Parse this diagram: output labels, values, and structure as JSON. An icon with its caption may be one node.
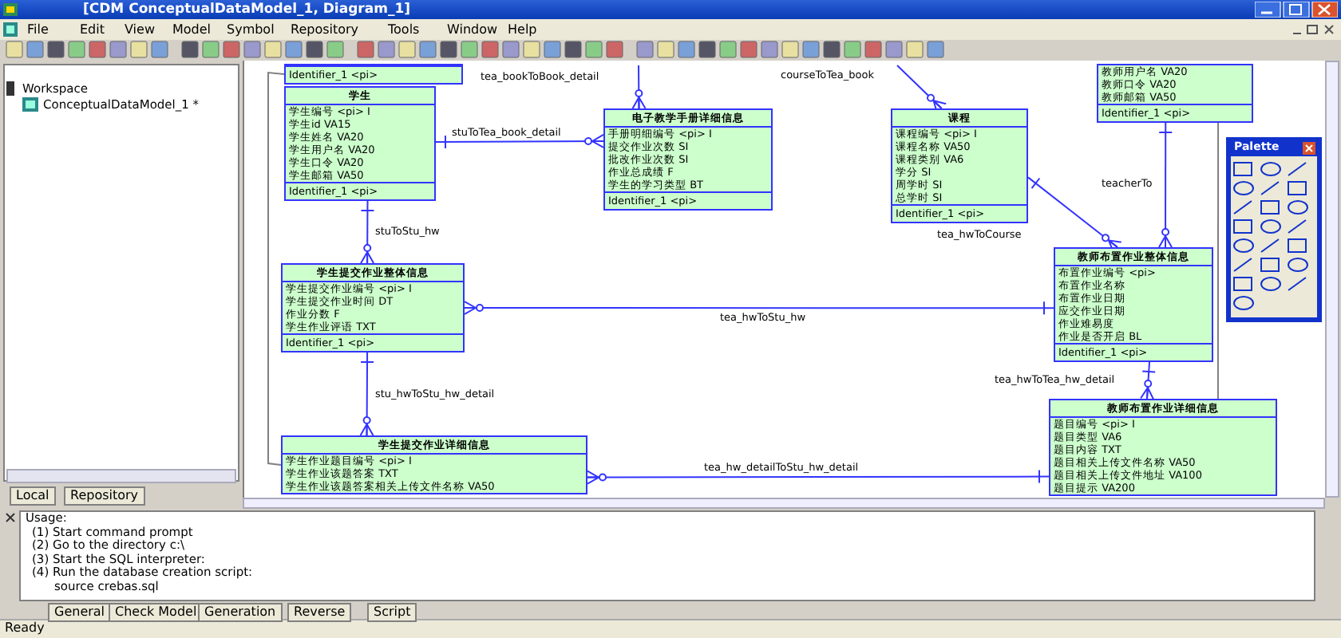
{
  "diagram": {
    "nodes": [
      {
        "text": [
          "Identifier_1 <pi>"
        ]
      },
      {
        "text": [
          "学生",
          "学生编号 <pi> I",
          "学生id VA15",
          "学生姓名 VA20",
          "学生用户名 VA20",
          "学生口令 VA20",
          "学生邮箱 VA50",
          "Identifier_1 <pi>"
        ]
      },
      {
        "text": [
          "电子教学手册详细信息",
          "手册明细编号 <pi> I",
          "提交作业次数 SI",
          "批改作业次数 SI",
          "作业总成绩 F",
          "学生的学习类型 BT",
          "Identifier_1 <pi>"
        ]
      },
      {
        "text": [
          "课程",
          "课程编号 <pi> I",
          "课程名称 VA50",
          "课程类别 VA6",
          "学分 SI",
          "周学时 SI",
          "总学时 SI",
          "Identifier_1 <pi>"
        ]
      },
      {
        "text": [
          "教师用户名 VA20",
          "教师口令 VA20",
          "教师邮箱 VA50",
          "Identifier_1 <pi>"
        ]
      },
      {
        "text": [
          "学生提交作业整体信息",
          "学生提交作业编号 <pi> I",
          "学生提交作业时间 DT",
          "作业分数 F",
          "学生作业评语 TXT",
          "Identifier_1 <pi>"
        ]
      },
      {
        "text": [
          "教师布置作业整体信息",
          "布置作业编号 <pi>",
          "布置作业名称",
          "布置作业日期",
          "应交作业日期",
          "作业难易度",
          "作业是否开启 BL",
          "Identifier_1 <pi>"
        ]
      },
      {
        "text": [
          "学生提交作业详细信息",
          "学生作业题目编号 <pi> I",
          "学生作业该题答案 TXT",
          "学生作业该题答案相关上传文件名称 VA50"
        ]
      },
      {
        "text": [
          "教师布置作业详细信息",
          "题目编号 <pi> I",
          "题目类型 VA6",
          "题目内容 TXT",
          "题目相关上传文件名称 VA50",
          "题目相关上传文件地址 VA100",
          "题目提示 VA200"
        ]
      }
    ],
    "edges": [
      {
        "from": 0,
        "to": 7,
        "arrow": "none",
        "color": "#808080"
      },
      {
        "from": 4,
        "to": 8,
        "arrow": "none",
        "color": "#808080"
      },
      {
        "from": null,
        "to": 2,
        "arrow": "other",
        "label": "tea_bookToBook_detail"
      },
      {
        "from": 1,
        "to": 2,
        "arrow": "other",
        "label": "stuToTea_book_detail"
      },
      {
        "from": null,
        "to": 3,
        "arrow": "other",
        "label": "courseToTea_book"
      },
      {
        "from": 3,
        "to": 6,
        "arrow": "other",
        "label": "tea_hwToCourse"
      },
      {
        "from": 4,
        "to": 6,
        "arrow": "other",
        "label": "teacherTo"
      },
      {
        "from": 1,
        "to": 5,
        "arrow": "other",
        "label": "stuToStu_hw"
      },
      {
        "from": 6,
        "to": 5,
        "arrow": "other",
        "label": "tea_hwToStu_hw"
      },
      {
        "from": 5,
        "to": 7,
        "arrow": "other",
        "label": "stu_hwToStu_hw_detail"
      },
      {
        "from": 6,
        "to": 8,
        "arrow": "other",
        "label": "tea_hwToTea_hw_detail"
      },
      {
        "from": 8,
        "to": 7,
        "arrow": "other",
        "label": "tea_hw_detailToStu_hw_detail"
      }
    ],
    "labels": [
      "[CDM ConceptualDataModel_1, Diagram_1]",
      "File",
      "Edit",
      "View",
      "Model",
      "Symbol",
      "Repository",
      "Tools",
      "Window",
      "Help",
      "Workspace",
      "ConceptualDataModel_1 *",
      "Local",
      "Repository",
      "Palette",
      "Usage:",
      "(1) Start command prompt",
      "(2) Go to the directory c:\\",
      "(3) Start the SQL interpreter:",
      "(4) Run the database creation script:",
      "source crebas.sql",
      "General",
      "Check Model",
      "Generation",
      "Reverse",
      "Script",
      "Ready"
    ]
  }
}
